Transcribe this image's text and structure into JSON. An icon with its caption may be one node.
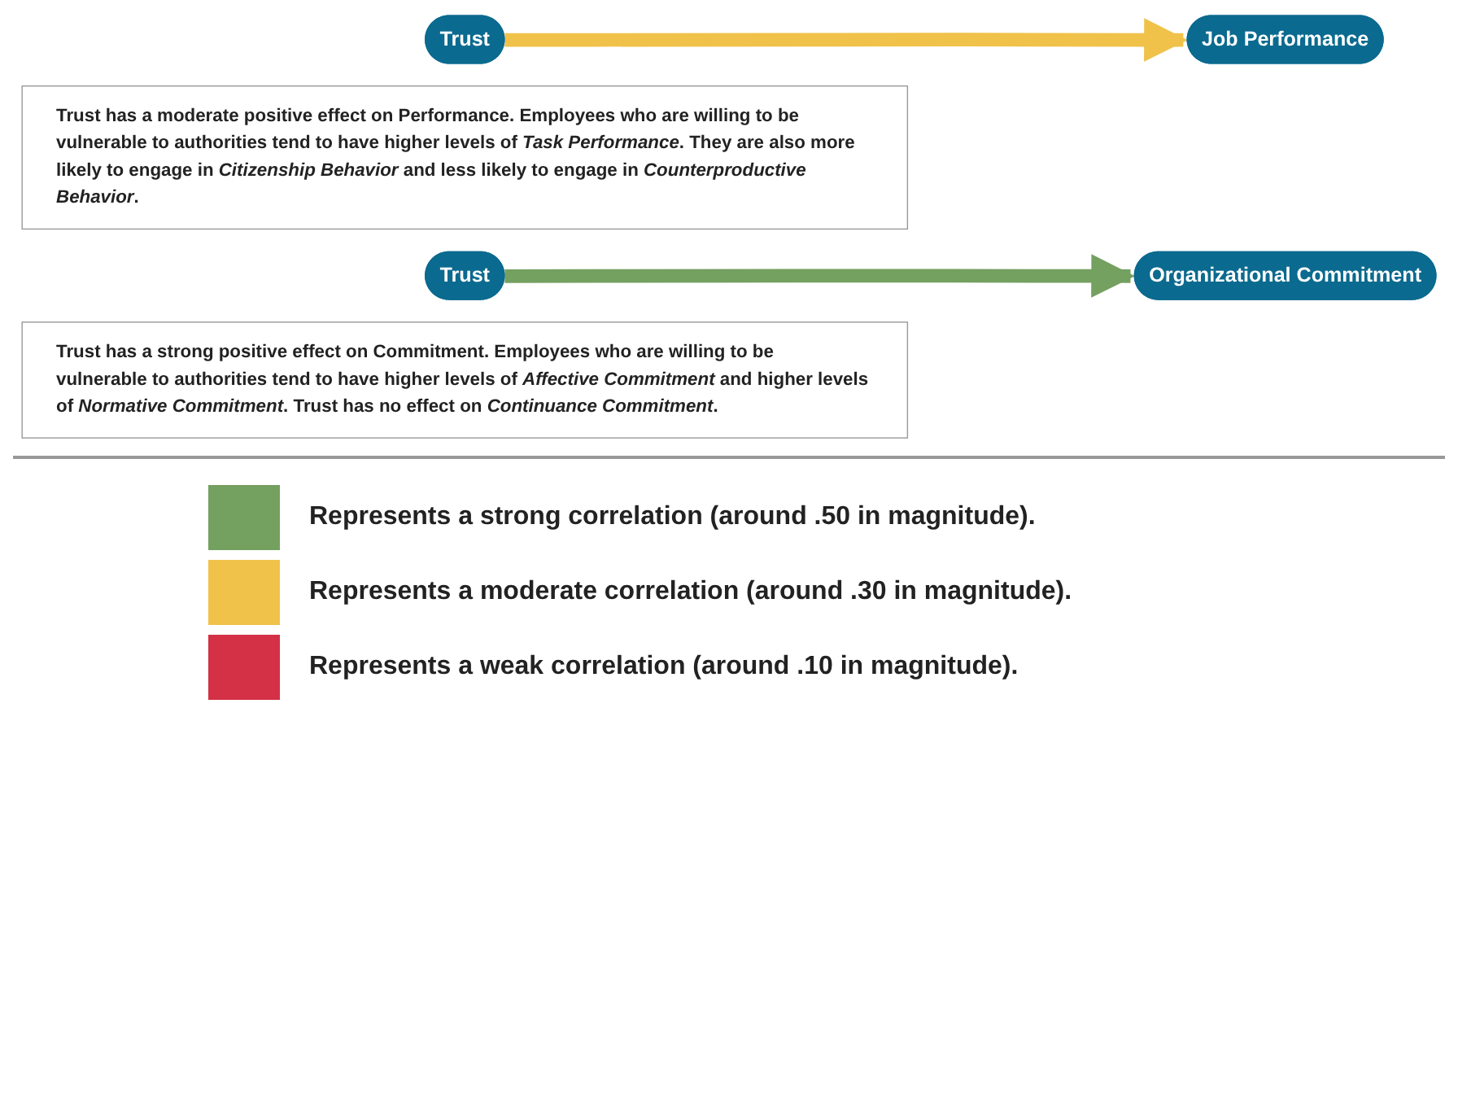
{
  "diagram": {
    "nodes": [
      {
        "text": [
          "Trust"
        ]
      },
      {
        "text": [
          "Job Performance"
        ]
      },
      {
        "text": [
          "Trust has a moderate positive effect on Performance. Employees who are willing to be vulnerable to authorities tend to have higher levels of *Task Performance*. They are also more likely to engage in *Citizenship Behavior* and less likely to engage in *Counterproductive Behavior*."
        ]
      },
      {
        "text": [
          "Trust"
        ]
      },
      {
        "text": [
          "Organizational Commitment"
        ]
      },
      {
        "text": [
          "Trust has a strong positive effect on Commitment. Employees who are willing to be vulnerable to authorities tend to have higher levels of *Affective Commitment* and higher levels of *Normative Commitment*. Trust has no effect on *Continuance Commitment*."
        ]
      }
    ],
    "edges": [
      {
        "from": 0,
        "to": 1,
        "arrow": "to",
        "color": "#f0c24a"
      },
      {
        "from": 3,
        "to": 4,
        "arrow": "to",
        "color": "#74a060"
      }
    ],
    "legend": [
      {
        "text": "Represents a strong correlation (around .50 in magnitude).",
        "color": "#74a060"
      },
      {
        "text": "Represents a moderate correlation (around .30 in magnitude).",
        "color": "#f0c24a"
      },
      {
        "text": "Represents a weak correlation (around .10 in magnitude).",
        "color": "#d43146"
      }
    ]
  }
}
